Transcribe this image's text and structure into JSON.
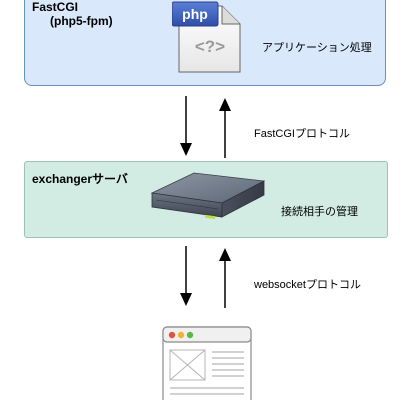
{
  "fastcgi_box": {
    "title": "FastCGI",
    "subtitle": "(php5-fpm)",
    "process_label": "アプリケーション処理",
    "php_icon": {
      "badge_text": "php",
      "body_text": "<?>"
    }
  },
  "arrows_top": {
    "label": "FastCGIプロトコル"
  },
  "exchanger_box": {
    "title": "exchangerサーバ",
    "manage_label": "接続相手の管理"
  },
  "arrows_bottom": {
    "label": "websocketプロトコル"
  },
  "colors": {
    "fastcgi_fill": "#dae8fc",
    "fastcgi_stroke": "#6c8ebf",
    "exchanger_fill": "#d2ebe3",
    "exchanger_stroke": "#9cc4b6",
    "php_badge": "#3a5bbd"
  },
  "icons": {
    "php_file": "php-file-icon",
    "server": "server-icon",
    "browser": "browser-window-icon"
  }
}
